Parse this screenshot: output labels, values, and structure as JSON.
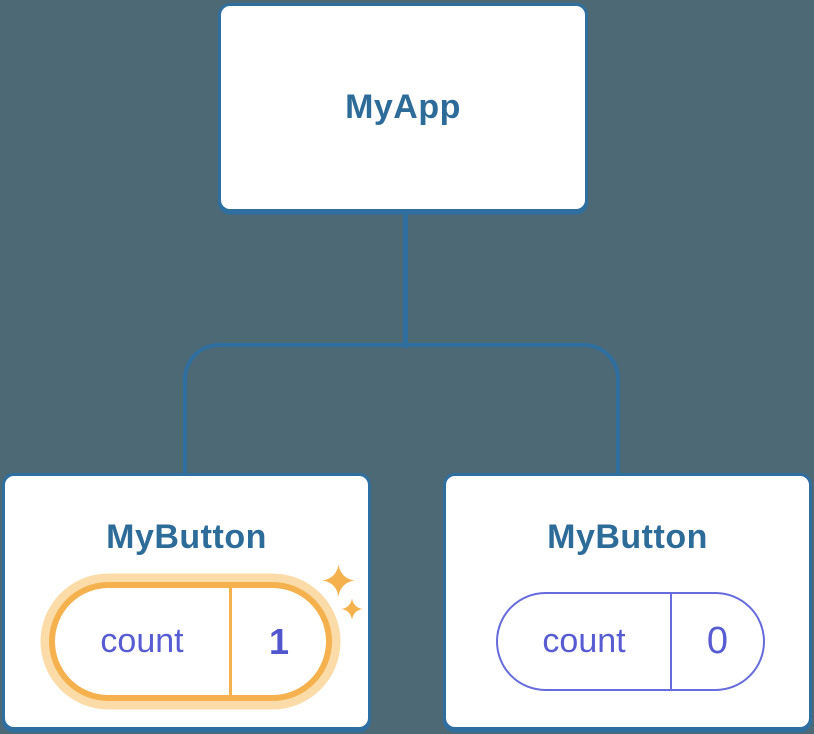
{
  "colors": {
    "background": "#4D6975",
    "node_border": "#2F6FA0",
    "node_fill": "#FFFFFF",
    "node_label": "#2D6B99",
    "state_text": "#575CD2",
    "state_value_bold": "#5156CE",
    "state_pill_border": "#666CDB",
    "highlight_orange": "#F5B14D",
    "highlight_glow": "#FBDCA9"
  },
  "tree": {
    "root": {
      "label": "MyApp"
    },
    "children": [
      {
        "label": "MyButton",
        "state": {
          "name": "count",
          "value": "1"
        },
        "highlighted": true
      },
      {
        "label": "MyButton",
        "state": {
          "name": "count",
          "value": "0"
        },
        "highlighted": false
      }
    ]
  },
  "icons": {
    "sparkle_large": "four-point-star",
    "sparkle_small": "four-point-star"
  }
}
